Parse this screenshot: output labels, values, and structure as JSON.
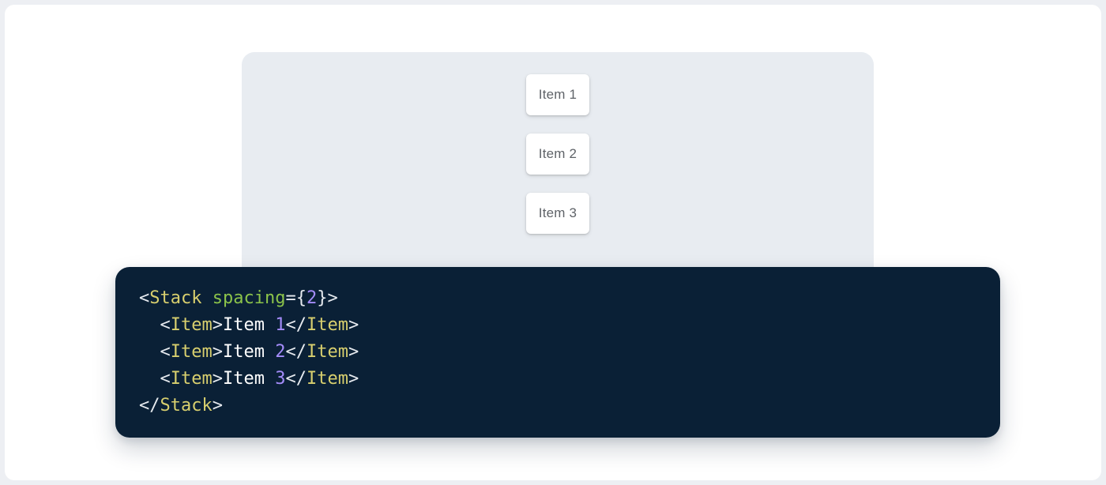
{
  "page": {
    "background": "#ffffff",
    "outer_background": "#edeff3"
  },
  "demo_panel": {
    "background": "#e8ecf1",
    "item_text_color": "#5f6368",
    "stack_items": [
      {
        "label": "Item 1"
      },
      {
        "label": "Item 2"
      },
      {
        "label": "Item 3"
      }
    ]
  },
  "code_block": {
    "background": "#0a2036",
    "token_colors": {
      "tag": "#d8cf6e",
      "attr": "#8bc34a",
      "number": "#a48cfa",
      "punct": "#e6eaef",
      "plain": "#ffffff"
    },
    "code_text": "<Stack spacing={2}>\n  <Item>Item 1</Item>\n  <Item>Item 2</Item>\n  <Item>Item 3</Item>\n</Stack>",
    "lines": [
      [
        {
          "t": "punct",
          "s": "<"
        },
        {
          "t": "tag",
          "s": "Stack"
        },
        {
          "t": "plain",
          "s": " "
        },
        {
          "t": "attr",
          "s": "spacing"
        },
        {
          "t": "punct",
          "s": "="
        },
        {
          "t": "punct",
          "s": "{"
        },
        {
          "t": "number",
          "s": "2"
        },
        {
          "t": "punct",
          "s": "}"
        },
        {
          "t": "punct",
          "s": ">"
        }
      ],
      [
        {
          "t": "plain",
          "s": "  "
        },
        {
          "t": "punct",
          "s": "<"
        },
        {
          "t": "tag",
          "s": "Item"
        },
        {
          "t": "punct",
          "s": ">"
        },
        {
          "t": "plain",
          "s": "Item "
        },
        {
          "t": "number",
          "s": "1"
        },
        {
          "t": "punct",
          "s": "</"
        },
        {
          "t": "tag",
          "s": "Item"
        },
        {
          "t": "punct",
          "s": ">"
        }
      ],
      [
        {
          "t": "plain",
          "s": "  "
        },
        {
          "t": "punct",
          "s": "<"
        },
        {
          "t": "tag",
          "s": "Item"
        },
        {
          "t": "punct",
          "s": ">"
        },
        {
          "t": "plain",
          "s": "Item "
        },
        {
          "t": "number",
          "s": "2"
        },
        {
          "t": "punct",
          "s": "</"
        },
        {
          "t": "tag",
          "s": "Item"
        },
        {
          "t": "punct",
          "s": ">"
        }
      ],
      [
        {
          "t": "plain",
          "s": "  "
        },
        {
          "t": "punct",
          "s": "<"
        },
        {
          "t": "tag",
          "s": "Item"
        },
        {
          "t": "punct",
          "s": ">"
        },
        {
          "t": "plain",
          "s": "Item "
        },
        {
          "t": "number",
          "s": "3"
        },
        {
          "t": "punct",
          "s": "</"
        },
        {
          "t": "tag",
          "s": "Item"
        },
        {
          "t": "punct",
          "s": ">"
        }
      ],
      [
        {
          "t": "punct",
          "s": "</"
        },
        {
          "t": "tag",
          "s": "Stack"
        },
        {
          "t": "punct",
          "s": ">"
        }
      ]
    ]
  }
}
